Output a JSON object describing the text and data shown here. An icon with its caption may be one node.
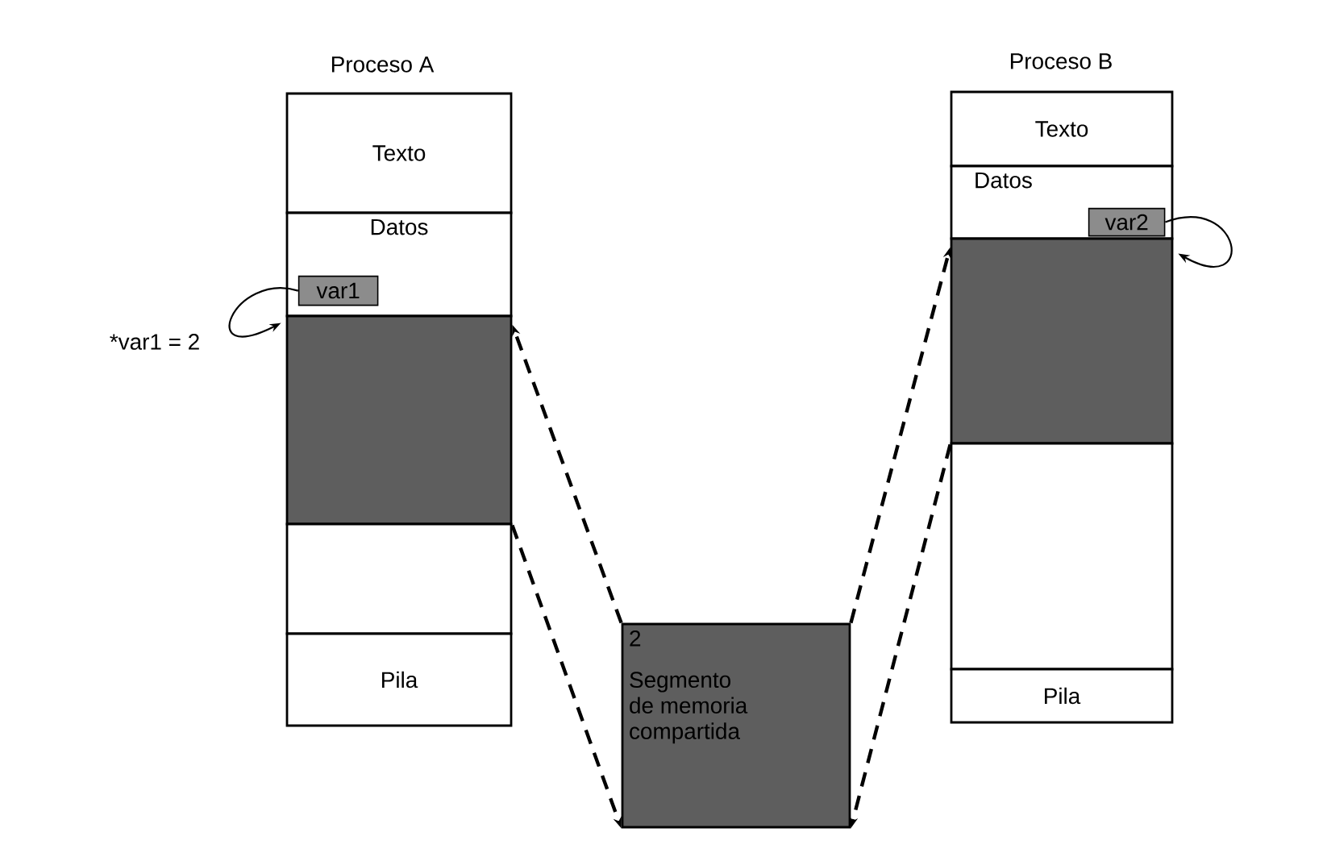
{
  "diagram": {
    "nodes": [
      {
        "text": [
          "Texto"
        ]
      },
      {
        "text": [
          "Datos"
        ]
      },
      {
        "text": [
          "var1"
        ],
        "in": 1
      },
      {
        "text": [],
        "shape": "box"
      },
      {
        "text": [],
        "shape": "box"
      },
      {
        "text": [
          "Pila"
        ]
      },
      {
        "text": [
          "Texto"
        ]
      },
      {
        "text": [
          "Datos"
        ]
      },
      {
        "text": [
          "var2"
        ],
        "in": 7
      },
      {
        "text": [],
        "shape": "box"
      },
      {
        "text": [],
        "shape": "box"
      },
      {
        "text": [
          "Pila"
        ]
      },
      {
        "text": [
          "2",
          "Segmento de memoria compartida"
        ]
      }
    ],
    "edges": [
      {
        "from": 2,
        "to": 3,
        "arrow": "to",
        "label": "*var1 = 2"
      },
      {
        "from": 8,
        "to": 9,
        "arrow": "to"
      },
      {
        "from": 12,
        "to": 3,
        "arrow": "to",
        "style": "dashed"
      },
      {
        "from": 3,
        "to": 12,
        "arrow": "to",
        "style": "dashed"
      },
      {
        "from": 12,
        "to": 9,
        "arrow": "to",
        "style": "dashed"
      },
      {
        "from": 9,
        "to": 12,
        "arrow": "to",
        "style": "dashed"
      }
    ],
    "labels": [
      "Proceso A",
      "Proceso B"
    ]
  }
}
